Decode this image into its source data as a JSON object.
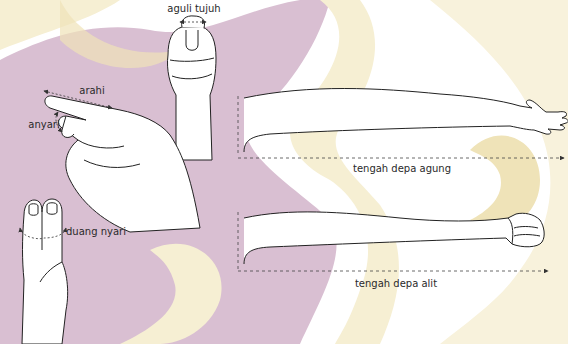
{
  "diagram": {
    "labels": [
      "aguli tujuh",
      "arahi",
      "anyari",
      "duang nyari",
      "tengah depa agung",
      "tengah depa alit"
    ]
  }
}
